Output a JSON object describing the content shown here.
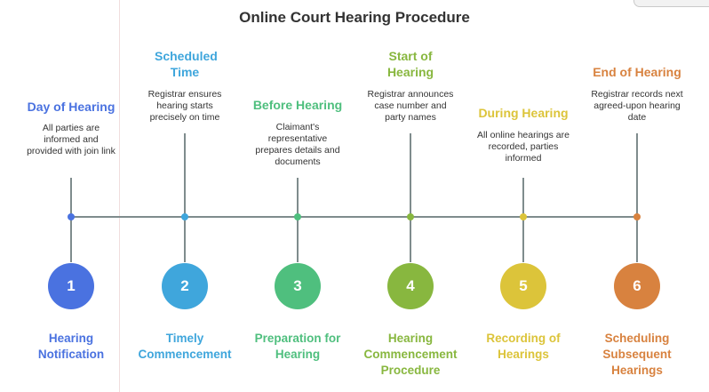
{
  "title": "Online Court Hearing Procedure",
  "colors": {
    "step1": "#4a72e0",
    "step2": "#3fa6dc",
    "step3": "#4fbf7e",
    "step4": "#88b73f",
    "step5": "#dcc43a",
    "step6": "#d8823f"
  },
  "steps": [
    {
      "number": "1",
      "top_heading": "Day of Hearing",
      "description": "All parties are informed and provided with join link",
      "bottom_label": "Hearing Notification"
    },
    {
      "number": "2",
      "top_heading": "Scheduled Time",
      "description": "Registrar ensures hearing starts precisely on time",
      "bottom_label": "Timely Commencement"
    },
    {
      "number": "3",
      "top_heading": "Before Hearing",
      "description": "Claimant's representative prepares details and documents",
      "bottom_label": "Preparation for Hearing"
    },
    {
      "number": "4",
      "top_heading": "Start of Hearing",
      "description": "Registrar announces case number and party names",
      "bottom_label": "Hearing Commencement Procedure"
    },
    {
      "number": "5",
      "top_heading": "During Hearing",
      "description": "All online hearings are recorded, parties informed",
      "bottom_label": "Recording of Hearings"
    },
    {
      "number": "6",
      "top_heading": "End of Hearing",
      "description": "Registrar records next agreed-upon hearing date",
      "bottom_label": "Scheduling Subsequent Hearings"
    }
  ]
}
